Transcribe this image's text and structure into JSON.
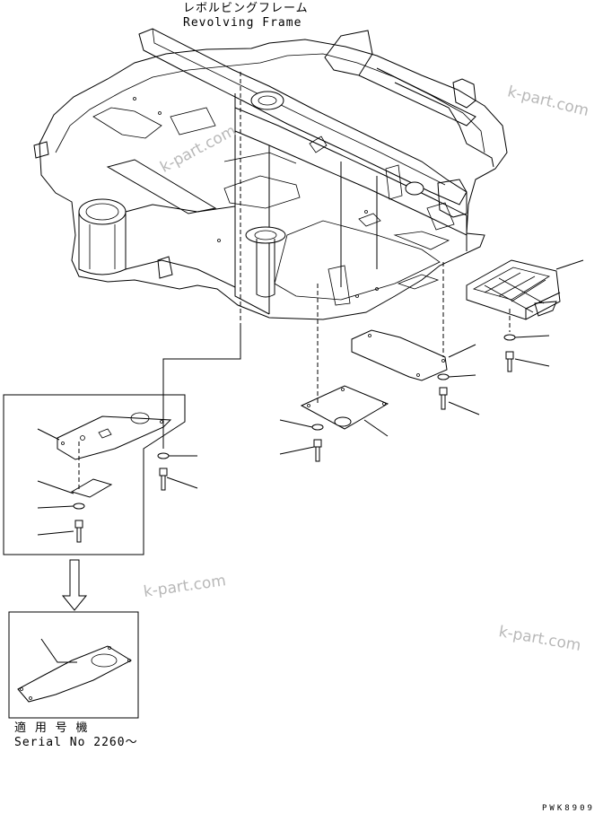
{
  "header": {
    "title_jp": "レボルビングフレーム",
    "title_en": "Revolving Frame"
  },
  "serial_block": {
    "line_jp": "適 用 号 機",
    "line_en": "Serial No 2260～"
  },
  "drawing_code": "PWK8909",
  "watermarks": [
    "k-part.com",
    "k-part.com",
    "k-part.com",
    "k-part.com"
  ]
}
